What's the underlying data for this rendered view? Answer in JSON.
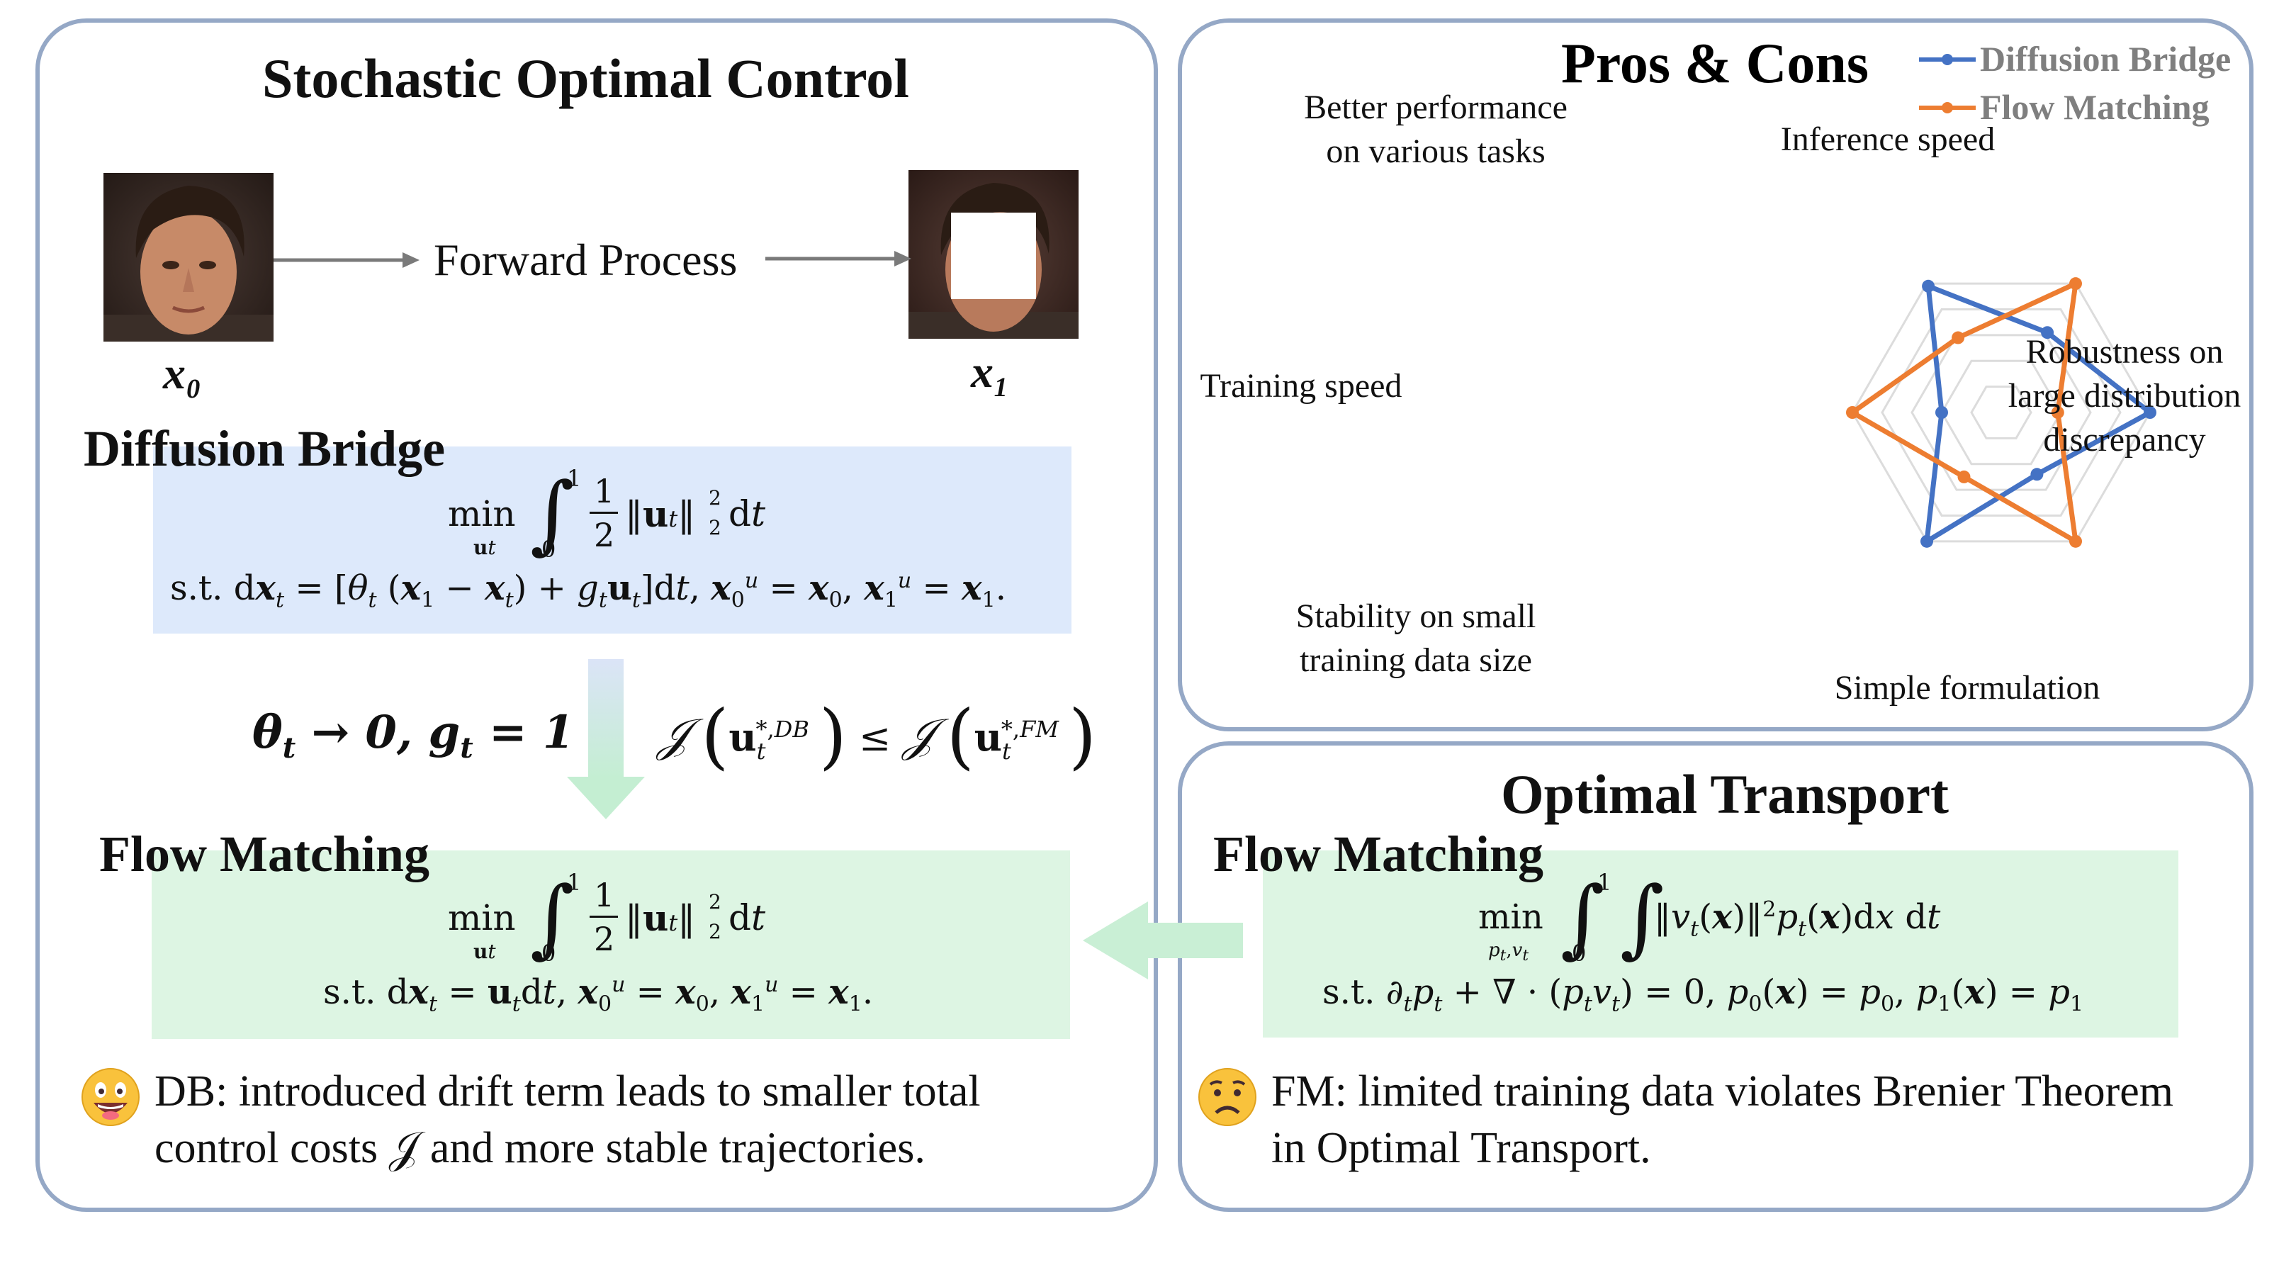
{
  "left_panel": {
    "title": "Stochastic Optimal Control",
    "forward_process_label": "Forward Process",
    "x0_label": "x₀",
    "x1_label": "x₁",
    "diffusion_bridge": {
      "title": "Diffusion Bridge",
      "objective": "min_{u_t} ∫₀¹ ½‖u_t‖₂² dt",
      "constraint": "s.t. dx_t = [θ_t (x₁ − x_t) + g_t u_t]dt, x₀^u = x₀, x₁^u = x₁."
    },
    "limit_label": "θ_t → 0, g_t = 1",
    "cost_comparison": "𝒥(u_t^{*,DB}) ≤ 𝒥(u_t^{*,FM})",
    "flow_matching": {
      "title": "Flow Matching",
      "objective": "min_{u_t} ∫₀¹ ½‖u_t‖₂² dt",
      "constraint": "s.t. dx_t = u_t dt, x₀^u = x₀, x₁^u = x₁."
    },
    "conclusion_line1": "DB: introduced drift term leads to smaller total",
    "conclusion_line2": "control costs 𝒥 and more stable trajectories."
  },
  "radar_panel": {
    "title": "Pros & Cons",
    "legend": [
      {
        "name": "Diffusion Bridge",
        "color": "#4472c4"
      },
      {
        "name": "Flow Matching",
        "color": "#ed7d31"
      }
    ]
  },
  "chart_data": {
    "type": "radar",
    "title": "Pros & Cons",
    "axes": [
      "Inference speed",
      "Robustness on large distribution discrepancy",
      "Simple formulation",
      "Stability on small training data size",
      "Training speed",
      "Better performance on various tasks"
    ],
    "axis_label_lines": [
      [
        "Inference speed"
      ],
      [
        "Robustness on",
        "large distribution",
        "discrepancy"
      ],
      [
        "Simple formulation"
      ],
      [
        "Stability  on small",
        "training  data size"
      ],
      [
        "Training  speed"
      ],
      [
        "Better performance",
        "on various tasks"
      ]
    ],
    "levels": 5,
    "range": [
      0,
      5
    ],
    "grid": true,
    "legend_position": "top-right",
    "series": [
      {
        "name": "Diffusion Bridge",
        "color": "#4472c4",
        "values": [
          3.1,
          5.0,
          2.4,
          5.0,
          2.0,
          4.9
        ]
      },
      {
        "name": "Flow Matching",
        "color": "#ed7d31",
        "values": [
          5.0,
          1.9,
          5.0,
          2.5,
          5.0,
          2.9
        ]
      }
    ]
  },
  "right_panel": {
    "title": "Optimal Transport",
    "flow_matching": {
      "title": "Flow Matching",
      "objective": "min_{p_t,v_t} ∫₀¹ ∫ ‖v_t(x)‖² p_t(x)dx dt",
      "constraint": "s.t. ∂_t p_t + ∇·(p_t v_t) = 0, p₀(x) = p₀, p₁(x) = p₁"
    },
    "conclusion_line1": "FM: limited training data violates Brenier Theorem",
    "conclusion_line2": "in Optimal Transport."
  },
  "colors": {
    "panel_border": "#95a8c6",
    "blue_box": "#dde9fb",
    "green_box": "#ddf5e3",
    "arrow_green": "#c9efd5",
    "diffusion_bridge": "#4472c4",
    "flow_matching": "#ed7d31"
  }
}
